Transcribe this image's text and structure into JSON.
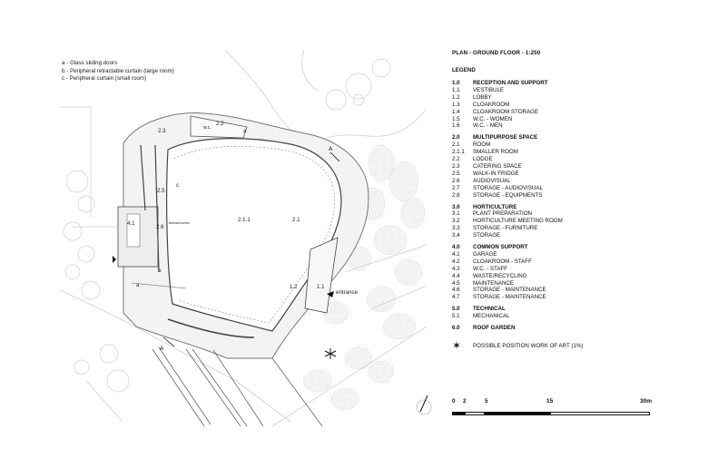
{
  "notes": [
    "a - Glass sliding doors",
    "b - Peripheral retractable curtain (large room)",
    "c - Peripheral curtain (small room)"
  ],
  "title": "PLAN - GROUND FLOOR - 1:250",
  "legend_heading": "LEGEND",
  "sections": [
    {
      "code": "1.0",
      "label": "RECEPTION AND SUPPORT",
      "items": [
        {
          "code": "1.1",
          "label": "VESTIBULE"
        },
        {
          "code": "1.2",
          "label": "LOBBY"
        },
        {
          "code": "1.3",
          "label": "CLOAKROOM"
        },
        {
          "code": "1.4",
          "label": "CLOAKROOM STORAGE"
        },
        {
          "code": "1.5",
          "label": "W.C. -  WOMEN"
        },
        {
          "code": "1.6",
          "label": "W.C. -  MEN"
        }
      ]
    },
    {
      "code": "2.0",
      "label": "MULTIPURPOSE SPACE",
      "items": [
        {
          "code": "2.1",
          "label": "ROOM"
        },
        {
          "code": "2.1.1",
          "label": "SMALLER ROOM"
        },
        {
          "code": "2.2",
          "label": "LODGE"
        },
        {
          "code": "2.3",
          "label": "CATERING SPACE"
        },
        {
          "code": "2.5",
          "label": "WALK-IN FRIDGE"
        },
        {
          "code": "2.6",
          "label": "AUDIOVISUAL"
        },
        {
          "code": "2.7",
          "label": "STORAGE - AUDIOVISUAL"
        },
        {
          "code": "2.8",
          "label": "STORAGE - EQUIPMENTS"
        }
      ]
    },
    {
      "code": "3.0",
      "label": "HORTICULTURE",
      "items": [
        {
          "code": "3.1",
          "label": "PLANT PREPARATION"
        },
        {
          "code": "3.2",
          "label": "HORTICULTURE MEETING ROOM"
        },
        {
          "code": "3.3",
          "label": "STORAGE - FURNITURE"
        },
        {
          "code": "3.4",
          "label": "STORAGE"
        }
      ]
    },
    {
      "code": "4.0",
      "label": "COMMON SUPPORT",
      "items": [
        {
          "code": "4.1",
          "label": "GARAGE"
        },
        {
          "code": "4.2",
          "label": "CLOAKROOM - STAFF"
        },
        {
          "code": "4.3",
          "label": "W.C. - STAFF"
        },
        {
          "code": "4.4",
          "label": "WASTE/RECYCLING"
        },
        {
          "code": "4.5",
          "label": "MAINTENANCE"
        },
        {
          "code": "4.6",
          "label": "STORAGE - MAINTENANCE"
        },
        {
          "code": "4.7",
          "label": "STORAGE - MAINTENANCE"
        }
      ]
    },
    {
      "code": "5.0",
      "label": "TECHNICAL",
      "items": [
        {
          "code": "5.1",
          "label": "MECHANICAL"
        }
      ]
    },
    {
      "code": "6.0",
      "label": "ROOF GARDEN",
      "items": []
    }
  ],
  "art_note": "POSSIBLE POSITION WORK OF ART (1%)",
  "scale_labels": [
    "0",
    "2",
    "5",
    "15",
    "30m"
  ],
  "plan_labels": {
    "r_2_3": "2.3",
    "r_wc": "w.c.",
    "r_2_2": "2.2",
    "r_2_5": "2.5",
    "r_2_6": "2.6",
    "r_4_1": "4.1",
    "r_2_1_1": "2.1.1",
    "r_2_1": "2.1",
    "r_1_2": "1.2",
    "r_1_1": "1.1",
    "entrance": "entrance",
    "tag_a1": "a",
    "tag_a2": "a",
    "tag_b": "b",
    "tag_c": "c",
    "section_a1": "A",
    "section_a2": "A",
    "technical_mark": "technical screen"
  }
}
